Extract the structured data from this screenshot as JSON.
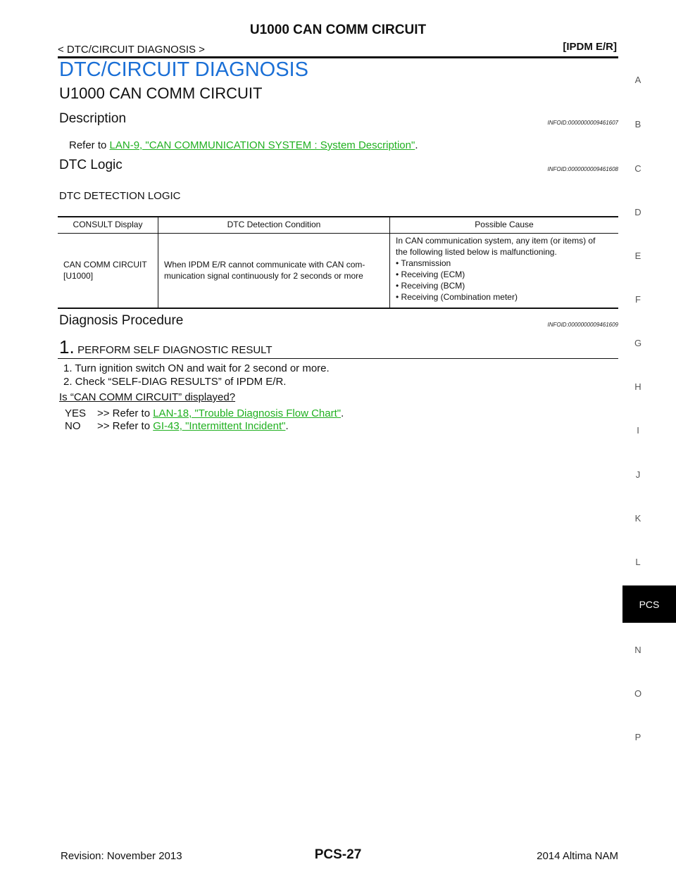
{
  "header": {
    "title": "U1000 CAN COMM CIRCUIT",
    "breadcrumb": "< DTC/CIRCUIT DIAGNOSIS >",
    "model_tag": "[IPDM E/R]"
  },
  "section_title": "DTC/CIRCUIT DIAGNOSIS",
  "sub_title": "U1000 CAN COMM CIRCUIT",
  "description": {
    "heading": "Description",
    "infoid": "INFOID:0000000009461607",
    "refer_prefix": "Refer to ",
    "refer_link": "LAN-9, \"CAN COMMUNICATION SYSTEM : System Description\"",
    "refer_suffix": "."
  },
  "dtc_logic": {
    "heading": "DTC Logic",
    "infoid": "INFOID:0000000009461608",
    "label": "DTC DETECTION LOGIC",
    "columns": [
      "CONSULT Display",
      "DTC Detection Condition",
      "Possible Cause"
    ],
    "row": {
      "consult_line1": "CAN COMM CIRCUIT",
      "consult_line2": "[U1000]",
      "condition_line1": "When IPDM E/R cannot communicate with CAN com-",
      "condition_line2": "munication signal continuously for 2 seconds or more",
      "cause_intro_line1": "In CAN communication system, any item (or items) of",
      "cause_intro_line2": "the following listed below is malfunctioning.",
      "causes": [
        "Transmission",
        "Receiving (ECM)",
        "Receiving (BCM)",
        "Receiving (Combination meter)"
      ]
    }
  },
  "diagnosis": {
    "heading": "Diagnosis Procedure",
    "infoid": "INFOID:0000000009461609",
    "step_number": "1.",
    "step_title": "PERFORM SELF DIAGNOSTIC RESULT",
    "instructions": [
      "1. Turn ignition switch ON and wait for 2 second or more.",
      "2. Check “SELF-DIAG RESULTS” of IPDM E/R."
    ],
    "question": "Is “CAN COMM CIRCUIT” displayed?",
    "yes_label": "YES",
    "yes_prefix": ">> Refer to ",
    "yes_link": "LAN-18, \"Trouble Diagnosis Flow Chart\"",
    "no_label": "NO",
    "no_prefix": ">> Refer to ",
    "no_link": "GI-43, \"Intermittent Incident\"",
    "suffix": "."
  },
  "side_index": [
    "A",
    "B",
    "C",
    "D",
    "E",
    "F",
    "G",
    "H",
    "I",
    "J",
    "K",
    "L",
    "N",
    "O",
    "P"
  ],
  "side_tab": "PCS",
  "footer": {
    "revision": "Revision: November 2013",
    "page": "PCS-27",
    "model": "2014 Altima NAM"
  }
}
